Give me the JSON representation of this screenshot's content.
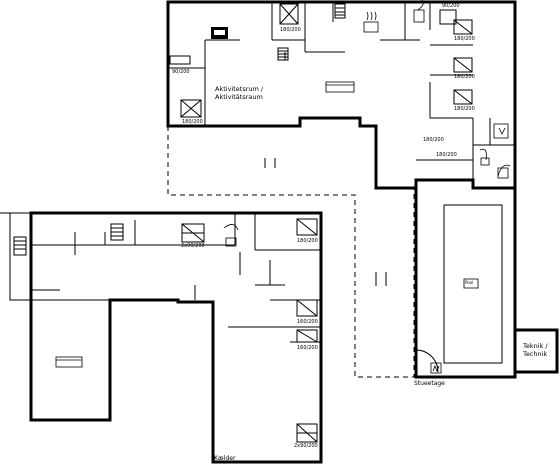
{
  "rooms": {
    "aktivitetsrum_da": "Aktivitetsrum /",
    "aktivitetsrum_de": "Aktivitätsraum",
    "teknik_da": "Teknik /",
    "teknik_de": "Technik"
  },
  "floors": {
    "ground": "Stueetage",
    "basement": "Kælder"
  },
  "beds": {
    "b1": "180/200",
    "b2": "90/200",
    "b3": "180/200",
    "b4": "180/200",
    "b5": "180/200",
    "b6": "180/200",
    "b7": "180/200",
    "b8": "180/200",
    "b9": "90/200",
    "b10": "2x90/200",
    "b11": "180/200",
    "b12": "160/200",
    "b13": "160/200",
    "b14": "2x90/200"
  },
  "pool": {
    "badge": "Pool"
  }
}
